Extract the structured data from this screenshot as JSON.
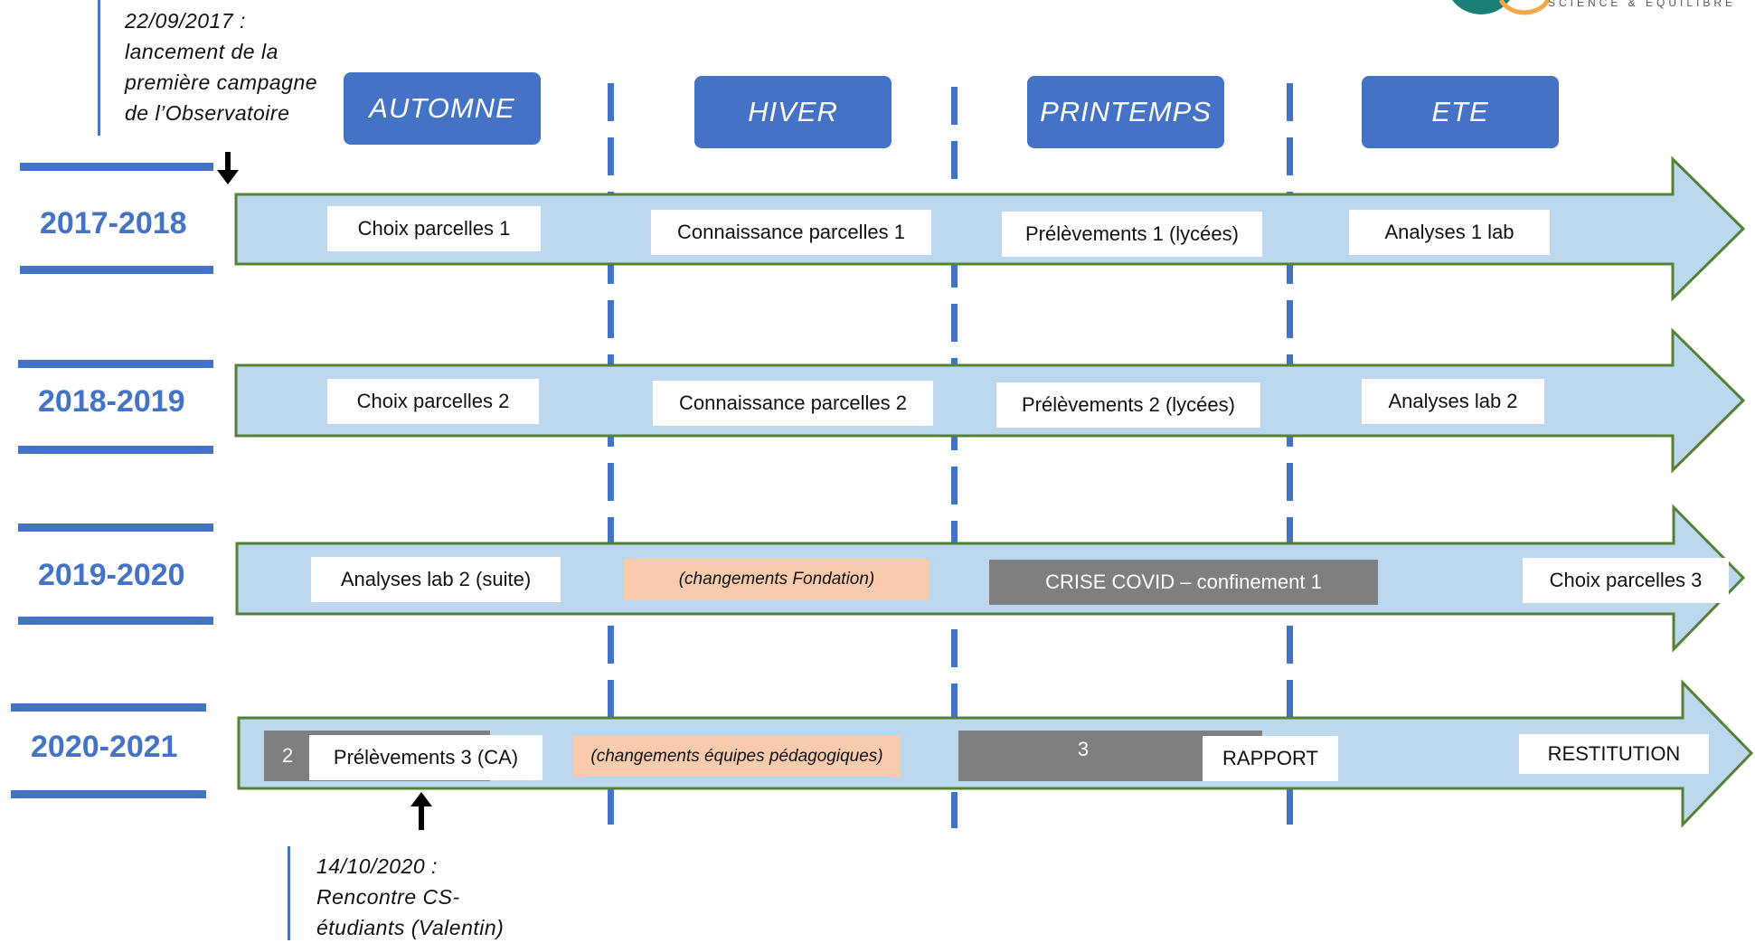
{
  "logo": {
    "tagline": "SCIENCE & EQUILIBRE"
  },
  "seasons": [
    "AUTOMNE",
    "HIVER",
    "PRINTEMPS",
    "ETE"
  ],
  "notes": {
    "top": [
      "22/09/2017 :",
      "lancement de la",
      "première campagne",
      "de l’Observatoire"
    ],
    "bottom": [
      "14/10/2020 :",
      "Rencontre CS-",
      "étudiants (Valentin)"
    ]
  },
  "rows": [
    {
      "year": "2017-2018",
      "items": [
        "Choix parcelles 1",
        "Connaissance parcelles 1",
        "Prélèvements 1 (lycées)",
        "Analyses 1 lab"
      ]
    },
    {
      "year": "2018-2019",
      "items": [
        "Choix parcelles 2",
        "Connaissance parcelles 2",
        "Prélèvements 2 (lycées)",
        "Analyses lab 2"
      ]
    },
    {
      "year": "2019-2020",
      "items": [
        "Analyses lab 2 (suite)",
        "(changements Fondation)",
        "CRISE COVID – confinement 1",
        "Choix parcelles 3"
      ]
    },
    {
      "year": "2020-2021",
      "items": [
        "2",
        "Prélèvements 3 (CA)",
        "(changements équipes pédagogiques)",
        "3",
        "RAPPORT",
        "RESTITUTION"
      ]
    }
  ],
  "colors": {
    "blue": "#4472c4",
    "arrow_fill": "#bdd7ee",
    "arrow_stroke": "#548235",
    "orange": "#f8cbad",
    "grey": "#7f7f7f"
  }
}
